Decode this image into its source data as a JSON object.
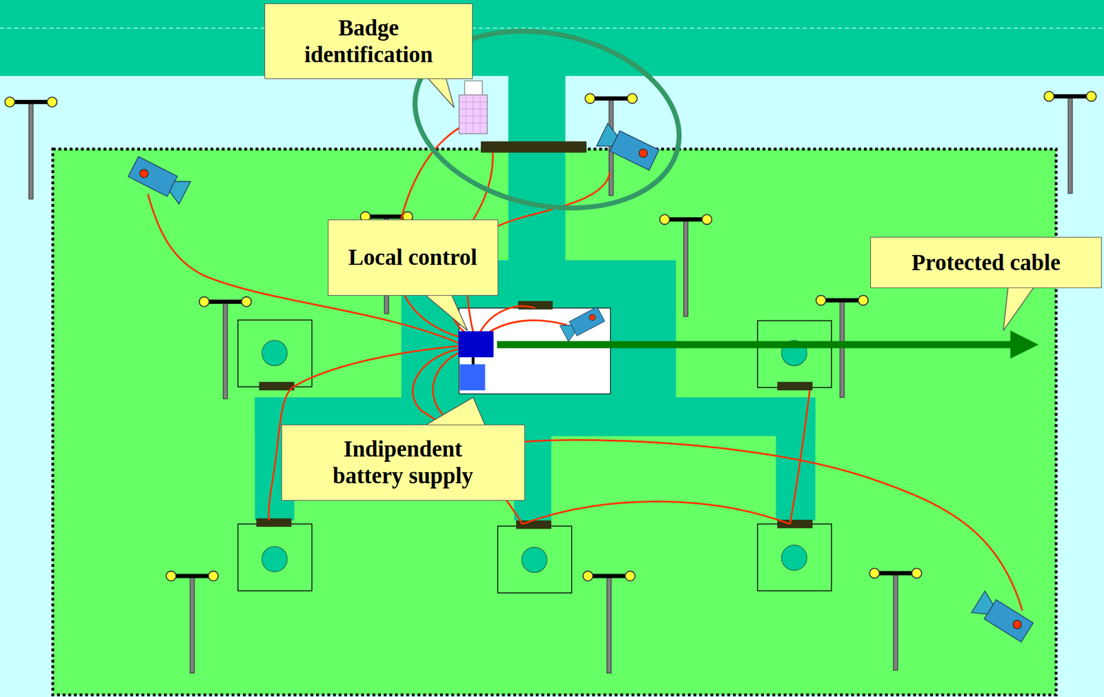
{
  "diagram": {
    "nodes": [
      {
        "text": [
          "Badge identification"
        ]
      },
      {
        "text": [
          "Local control"
        ]
      },
      {
        "text": [
          "Protected cable"
        ]
      },
      {
        "text": [
          "Indipendent battery supply"
        ]
      }
    ]
  }
}
